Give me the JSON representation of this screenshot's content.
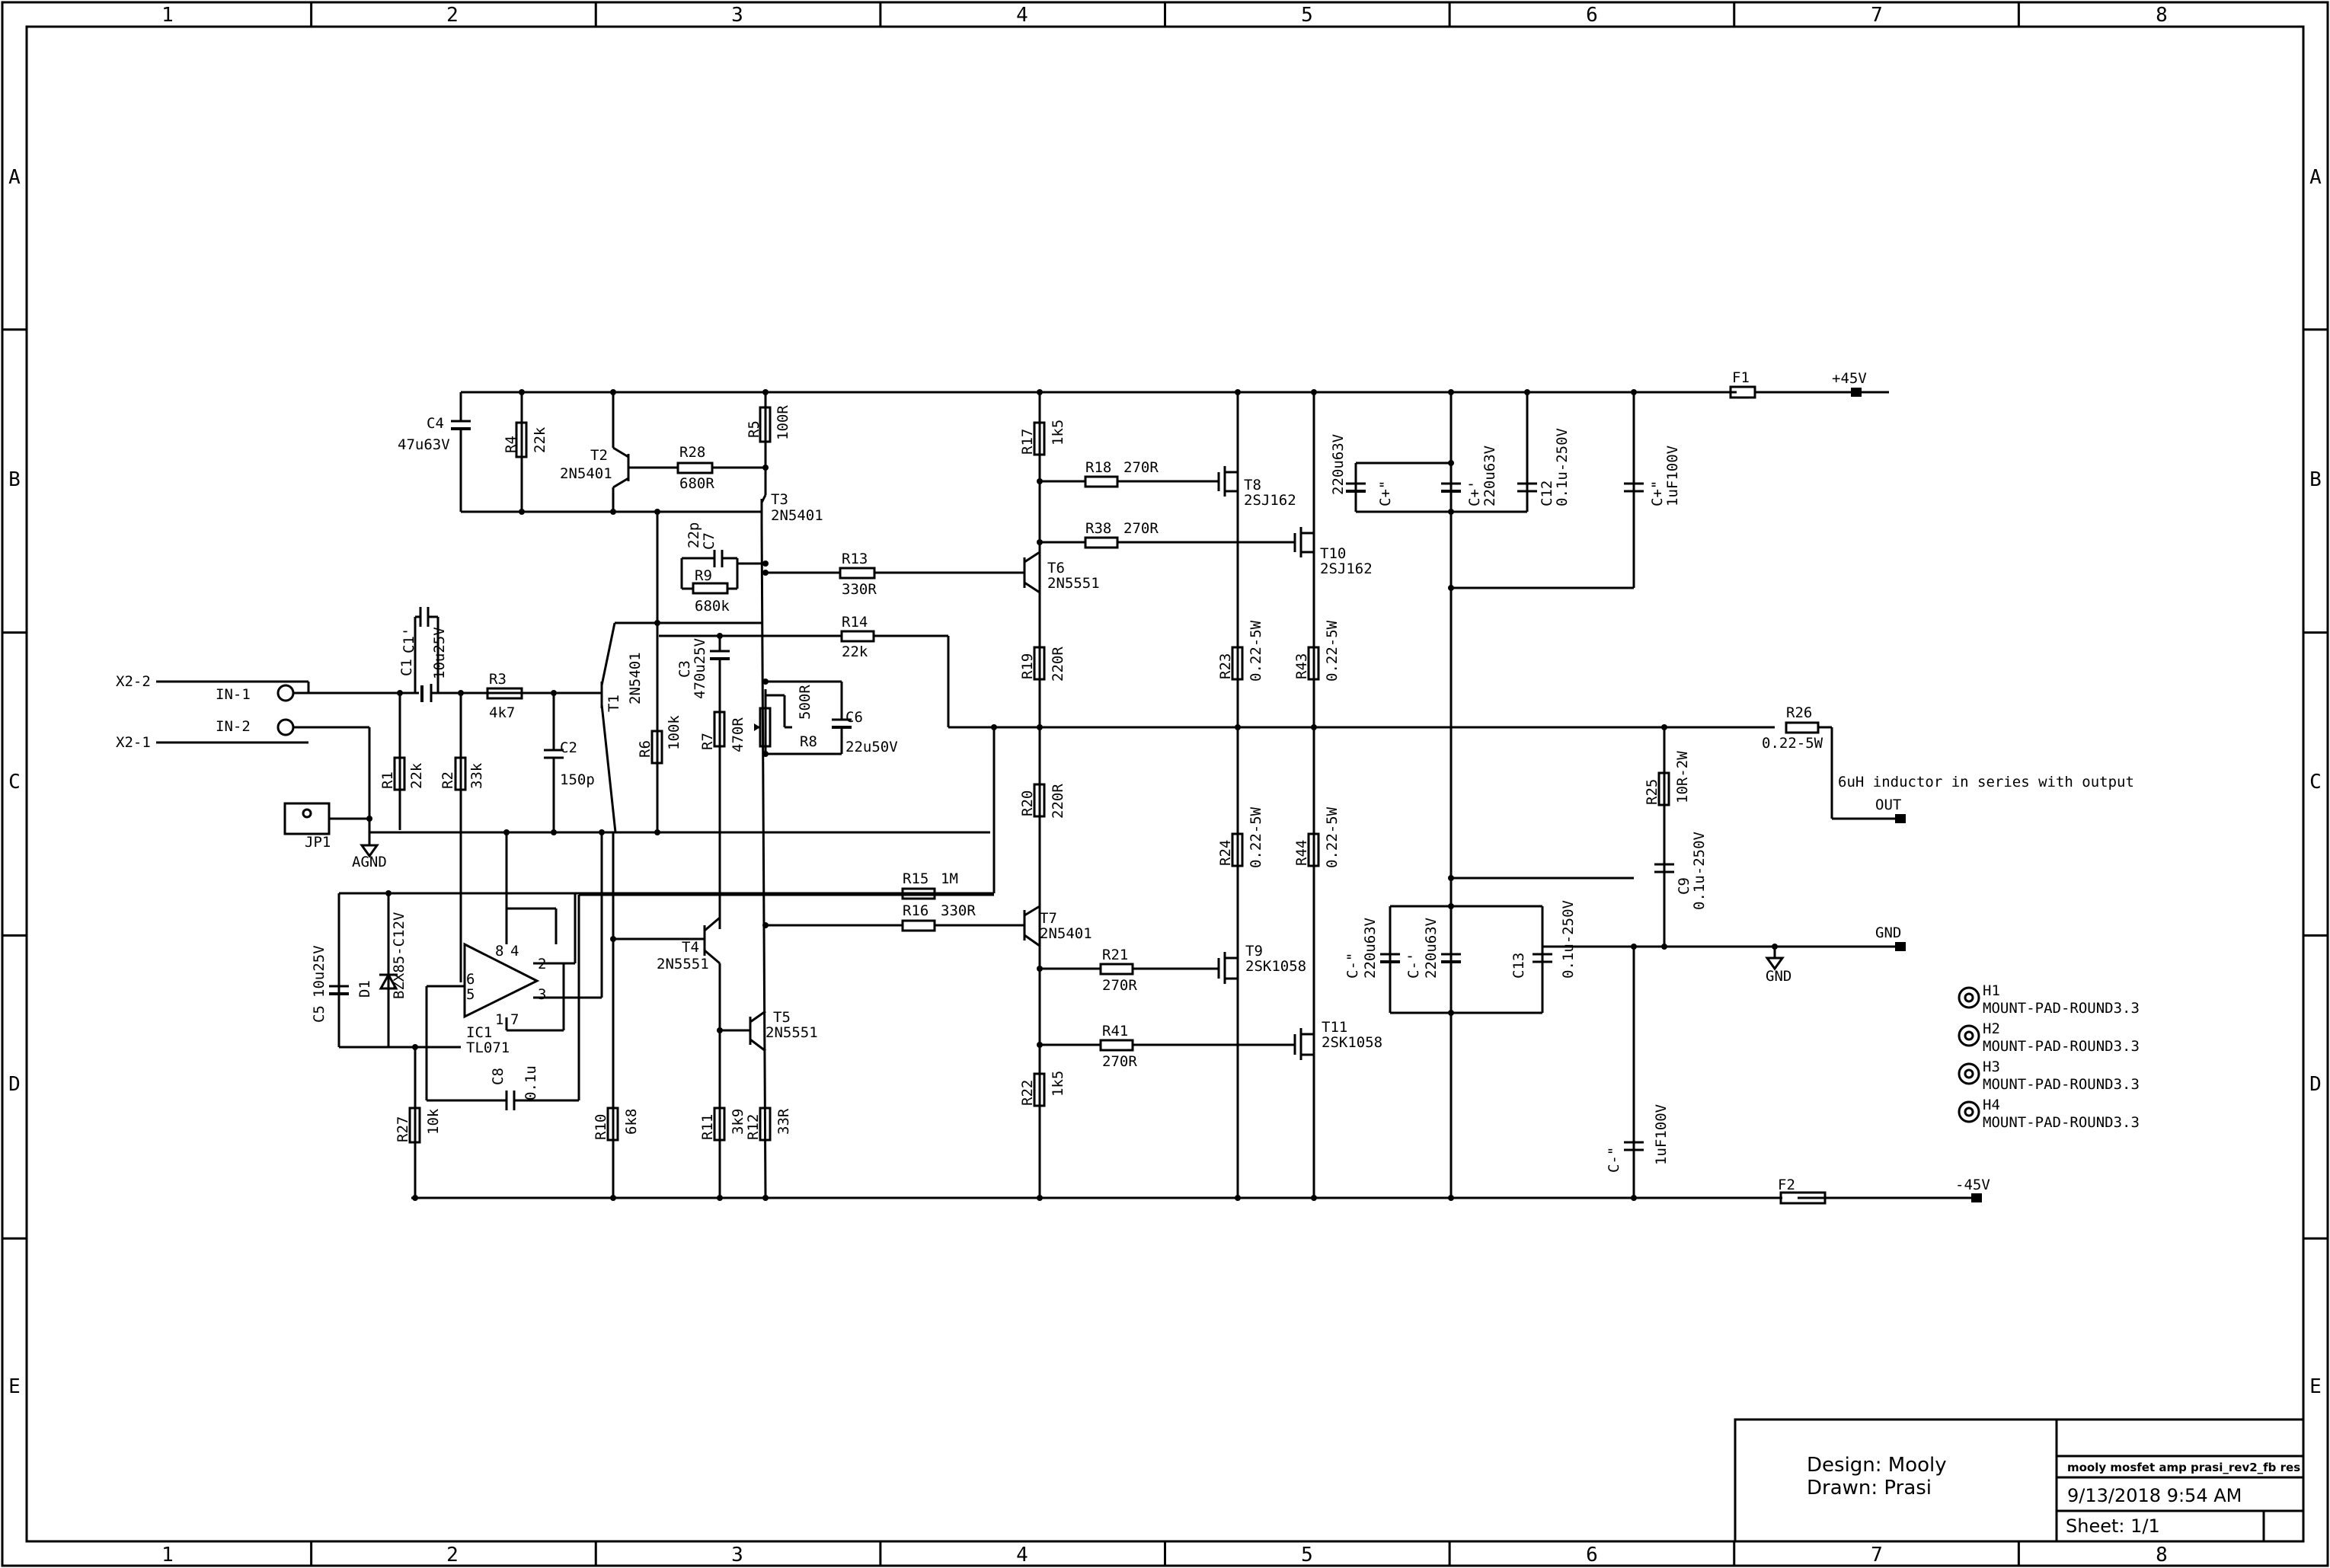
{
  "frame": {
    "columns": [
      "1",
      "2",
      "3",
      "4",
      "5",
      "6",
      "7",
      "8"
    ],
    "rows": [
      "A",
      "B",
      "C",
      "D",
      "E"
    ]
  },
  "title_block": {
    "design": "Design: Mooly",
    "drawn": "Drawn: Prasi",
    "file": "mooly mosfet amp prasi_rev2_fb res",
    "date": "9/13/2018 9:54 AM",
    "sheet": "Sheet:   1/1"
  },
  "nets": {
    "pos_rail": "+45V",
    "neg_rail": "-45V",
    "out": "OUT",
    "gnd": "GND",
    "agnd": "AGND",
    "x22": "X2-2",
    "x21": "X2-1",
    "in1": "IN-1",
    "in2": "IN-2",
    "note": "6uH inductor in series with output"
  },
  "parts": {
    "C4": "C4",
    "C4v": "47u63V",
    "R4": "R4",
    "R4v": "22k",
    "T2": "T2",
    "T2v": "2N5401",
    "R28": "R28",
    "R28v": "680R",
    "R5": "R5",
    "R5v": "100R",
    "T3": "T3",
    "T3v": "2N5401",
    "C7": "C7",
    "C7v": "22p",
    "R9": "R9",
    "R9v": "680k",
    "R13": "R13",
    "R13v": "330R",
    "R14": "R14",
    "R14v": "22k",
    "C3": "C3",
    "C3v": "470u25V",
    "T1": "T1",
    "T1v": "2N5401",
    "C1": "C1",
    "C1v": "10u25V",
    "C1p": "C1'",
    "R3": "R3",
    "R3v": "4k7",
    "R1": "R1",
    "R1v": "22k",
    "R2": "R2",
    "R2v": "33k",
    "C2": "C2",
    "C2v": "150p",
    "R6": "R6",
    "R6v": "100k",
    "R7": "R7",
    "R7v": "470R",
    "R8": "R8",
    "R8v": "500R",
    "C6": "C6",
    "C6v": "22u50V",
    "JP1": "JP1",
    "R15": "R15",
    "R15v": "1M",
    "R16": "R16",
    "R16v": "330R",
    "C5": "C5",
    "C5v": "10u25V",
    "D1": "D1",
    "D1v": "BZX85-C12V",
    "IC1": "IC1",
    "IC1v": "TL071",
    "T4": "T4",
    "T4v": "2N5551",
    "T5": "T5",
    "T5v": "2N5551",
    "C8": "C8",
    "C8v": "0.1u",
    "R27": "R27",
    "R27v": "10k",
    "R10": "R10",
    "R10v": "6k8",
    "R11": "R11",
    "R11v": "3k9",
    "R12": "R12",
    "R12v": "33R",
    "R17": "R17",
    "R17v": "1k5",
    "R18": "R18",
    "R18v": "270R",
    "T8": "T8",
    "T8v": "2SJ162",
    "R38": "R38",
    "R38v": "270R",
    "T10": "T10",
    "T10v": "2SJ162",
    "T6": "T6",
    "T6v": "2N5551",
    "R19": "R19",
    "R19v": "220R",
    "R20": "R20",
    "R20v": "220R",
    "R23": "R23",
    "R23v": "0.22-5W",
    "R43": "R43",
    "R43v": "0.22-5W",
    "R24": "R24",
    "R24v": "0.22-5W",
    "R44": "R44",
    "R44v": "0.22-5W",
    "T7": "T7",
    "T7v": "2N5401",
    "R21": "R21",
    "R21v": "270R",
    "T9": "T9",
    "T9v": "2SK1058",
    "R41": "R41",
    "R41v": "270R",
    "T11": "T11",
    "T11v": "2SK1058",
    "R22": "R22",
    "R22v": "1k5",
    "Cpa": "C+\"",
    "Cpav": "220u63V",
    "Cpb": "C+'",
    "Cpbv": "220u63V",
    "C12": "C12",
    "C12v": "0.1u-250V",
    "Cpc": "C+\"",
    "Cpcv": "1uF100V",
    "F1": "F1",
    "F2": "F2",
    "R26": "R26",
    "R26v": "0.22-5W",
    "R25": "R25",
    "R25v": "10R-2W",
    "C9": "C9",
    "C9v": "0.1u-250V",
    "Cma": "C-\"",
    "Cmav": "220u63V",
    "Cmb": "C-'",
    "Cmbv": "220u63V",
    "C13": "C13",
    "C13v": "0.1u-250V",
    "Cmc": "C-\"",
    "Cmcv": "1uF100V",
    "H1": "H1",
    "H2": "H2",
    "H3": "H3",
    "H4": "H4",
    "Hv": "MOUNT-PAD-ROUND3.3"
  }
}
